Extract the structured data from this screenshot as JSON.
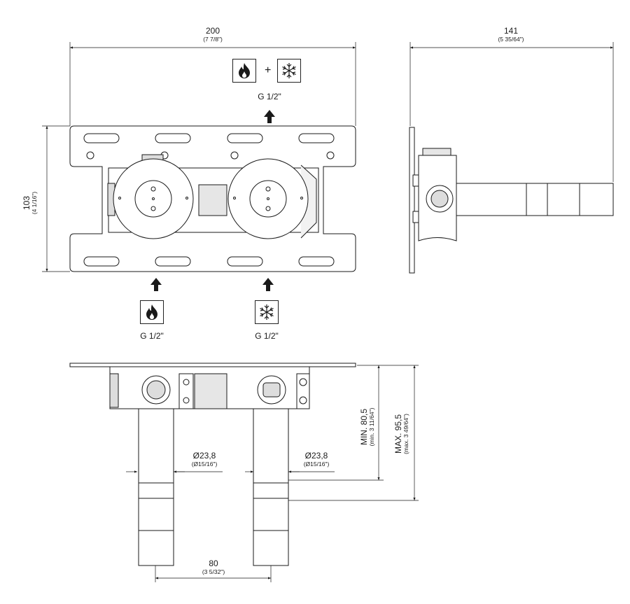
{
  "dimensions": {
    "width_top": {
      "value": "200",
      "imperial": "(7 7/8\")"
    },
    "width_side": {
      "value": "141",
      "imperial": "(5 35/64\")"
    },
    "height_front": {
      "value": "103",
      "imperial": "(4 1/16\")"
    },
    "min_depth": {
      "value": "MIN. 80,5",
      "imperial": "(min. 3 11/64\")"
    },
    "max_depth": {
      "value": "MAX. 95,5",
      "imperial": "(max. 3 49/64\")"
    },
    "pipe_left": {
      "value": "Ø23,8",
      "imperial": "(Ø15/16\")"
    },
    "pipe_right": {
      "value": "Ø23,8",
      "imperial": "(Ø15/16\")"
    },
    "pipe_spacing": {
      "value": "80",
      "imperial": "(3 5/32\")"
    }
  },
  "connections": {
    "outlet": {
      "thread": "G 1/2\"",
      "plus": "+",
      "icons": [
        "flame-icon",
        "snowflake-icon"
      ]
    },
    "inlet_hot": {
      "thread": "G 1/2\"",
      "icon": "flame-icon"
    },
    "inlet_cold": {
      "thread": "G 1/2\"",
      "icon": "snowflake-icon"
    }
  },
  "colors": {
    "line": "#1a1a1a",
    "shade": "#d9d9d9"
  }
}
